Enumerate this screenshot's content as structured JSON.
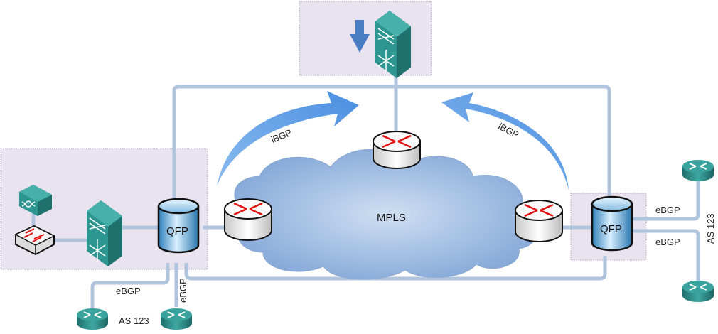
{
  "diagram": {
    "cloud_label": "MPLS",
    "left_qfp_label": "QFP",
    "right_qfp_label": "QFP",
    "ibgp_left": "iBGP",
    "ibgp_right": "iBGP",
    "left_ebgp_horizontal": "eBGP",
    "left_ebgp_vertical": "eBGP",
    "left_as": "AS 123",
    "right_ebgp_top": "eBGP",
    "right_ebgp_bottom": "eBGP",
    "right_as": "AS 123"
  },
  "colors": {
    "link": "#b0c4de",
    "zone_fill": "#e9e3ef",
    "zone_border": "#a9a0bb",
    "arrow": "#5b9be0",
    "teal": "#2a8a86",
    "router_red": "#e01010"
  }
}
